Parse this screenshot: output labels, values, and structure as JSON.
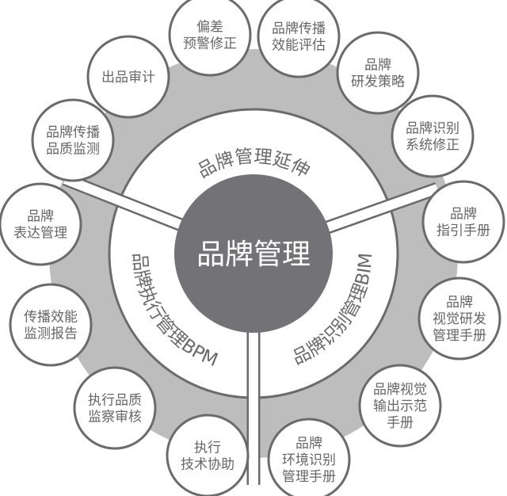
{
  "center": {
    "label": "品牌管理"
  },
  "ring": {
    "top": "品牌管理延伸",
    "left": "品牌执行管理BPM",
    "right": "品牌识别管理BIM"
  },
  "nodes": [
    {
      "lines": [
        "偏差",
        "预警修正"
      ]
    },
    {
      "lines": [
        "品牌传播",
        "效能评估"
      ]
    },
    {
      "lines": [
        "品牌",
        "研发策略"
      ]
    },
    {
      "lines": [
        "品牌识别",
        "系统修正"
      ]
    },
    {
      "lines": [
        "品牌",
        "指引手册"
      ]
    },
    {
      "lines": [
        "品牌",
        "视觉研发",
        "管理手册"
      ]
    },
    {
      "lines": [
        "品牌视觉",
        "输出示范",
        "手册"
      ]
    },
    {
      "lines": [
        "品牌",
        "环境识别",
        "管理手册"
      ]
    },
    {
      "lines": [
        "执行",
        "技术协助"
      ]
    },
    {
      "lines": [
        "执行品质",
        "监察审核"
      ]
    },
    {
      "lines": [
        "传播效能",
        "监测报告"
      ]
    },
    {
      "lines": [
        "品牌",
        "表达管理"
      ]
    },
    {
      "lines": [
        "品牌传播",
        "品质监测"
      ]
    },
    {
      "lines": [
        "出品审计"
      ]
    }
  ],
  "colors": {
    "ring": "#bdbdbd",
    "stroke": "#6b6b6b",
    "center": "#727277",
    "white": "#ffffff"
  }
}
